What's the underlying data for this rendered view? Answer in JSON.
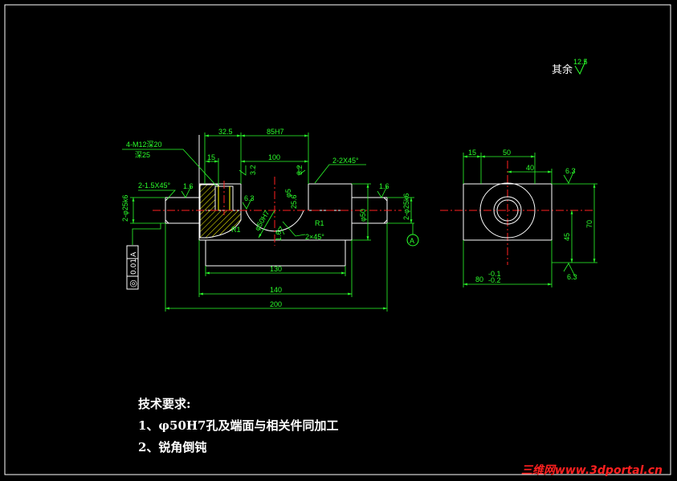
{
  "drawing": {
    "roughness_note": {
      "label": "其余",
      "value": "12.5"
    },
    "front_view": {
      "callouts": {
        "thread": "4-M12深20",
        "thread_sub": "深25",
        "chamfer_left": "2-1.5X45°",
        "chamfer_right": "2-2X45°",
        "chamfer_small": "2×45°",
        "shaft_left": "2-φ25k6",
        "shaft_right": "2-φ25k6"
      },
      "dimensions": {
        "d32_5": "32.5",
        "d85h7": "85H7",
        "d15": "15",
        "d100": "100",
        "d130": "130",
        "d140": "140",
        "d200": "200",
        "d25_6": "25.6",
        "d_phi5": "φ5",
        "d_phi50": "φ50",
        "d_phi50h7": "φ50H7",
        "r1_left": "R1",
        "r1_right": "R1"
      },
      "roughness": {
        "r1": "1.6",
        "r2": "3.2",
        "r3": "3.2",
        "r4": "6.3",
        "r5": "1.6",
        "r6": "1.6"
      },
      "tolerance_frame": {
        "symbol": "◎",
        "value": "0.01",
        "datum": "A"
      },
      "datum_label": "A"
    },
    "side_view": {
      "dimensions": {
        "d15": "15",
        "d50": "50",
        "d40": "40",
        "d70": "70",
        "d45": "45",
        "d80": "80",
        "d80_tol_upper": "-0.1",
        "d80_tol_lower": "-0.2"
      },
      "roughness": {
        "top": "6.3",
        "bottom": "6.3"
      }
    },
    "notes": {
      "title": "技术要求:",
      "items": [
        "1、φ50H7孔及端面与相关件同加工",
        "2、锐角倒钝"
      ]
    },
    "watermark": "三维网www.3dportal.cn"
  },
  "colors": {
    "outline": "#ffffff",
    "dimension": "#2bff2b",
    "centerline": "#ff2020",
    "hatch": "#ffff00",
    "frame": "#ffffff",
    "background": "#000000"
  }
}
